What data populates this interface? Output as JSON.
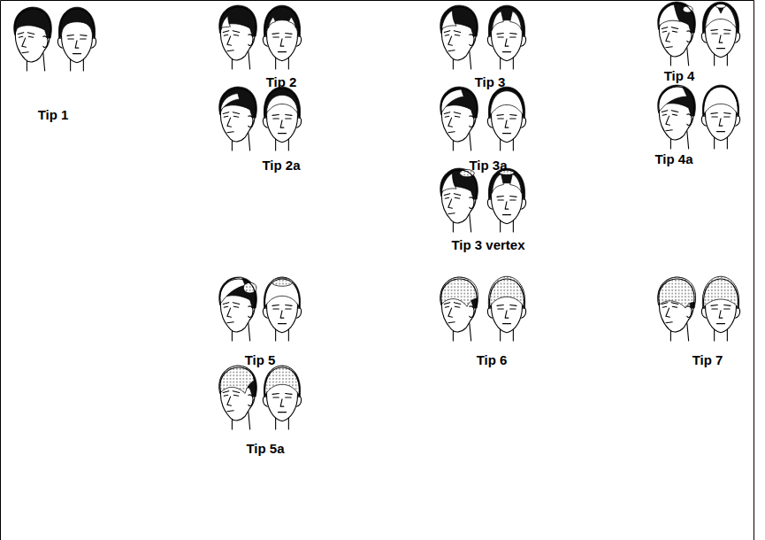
{
  "diagram": {
    "labels": [
      "Tip 1",
      "Tip 2",
      "Tip 3",
      "Tip 4",
      "Tip 2a",
      "Tip 3a",
      "Tip 4a",
      "Tip 3 vertex",
      "Tip 5",
      "Tip 6",
      "Tip 7",
      "Tip 5a"
    ]
  }
}
